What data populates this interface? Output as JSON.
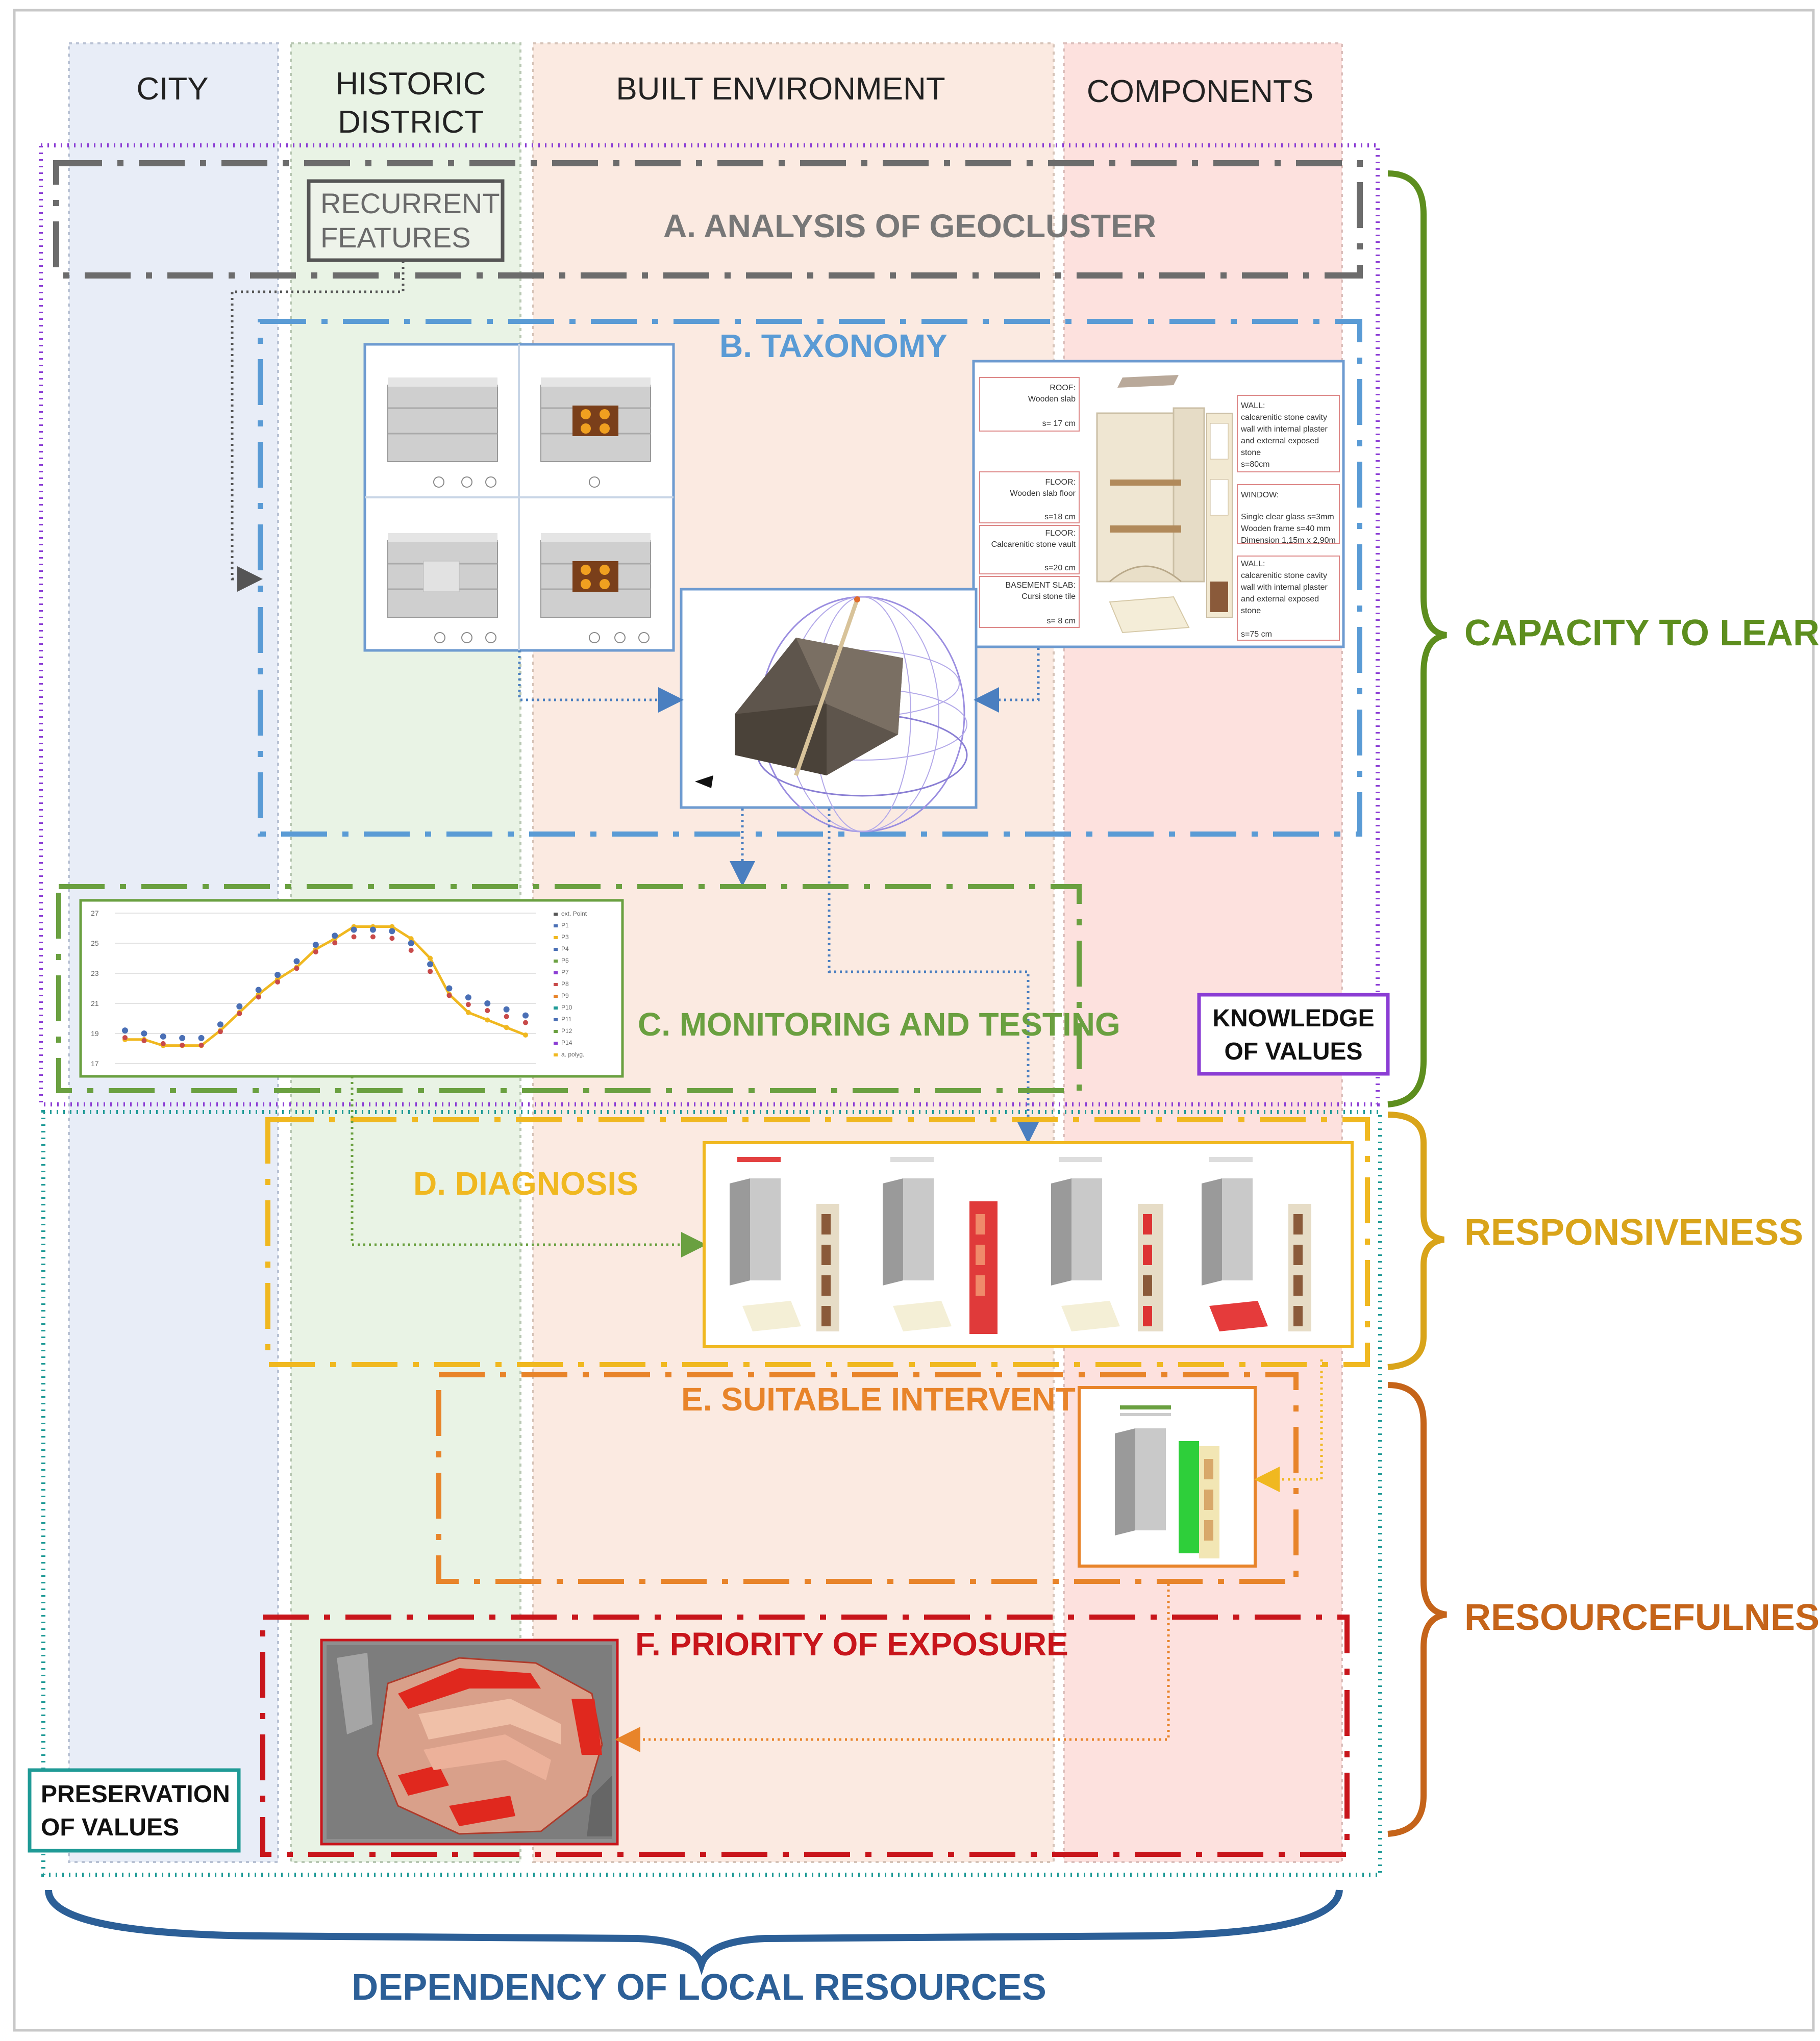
{
  "columns": {
    "city": "CITY",
    "historic_1": "HISTORIC",
    "historic_2": "DISTRICT",
    "built": "BUILT ENVIRONMENT",
    "components": "COMPONENTS"
  },
  "steps": {
    "a": "A.  ANALYSIS OF GEOCLUSTER",
    "b": "B. TAXONOMY",
    "c": "C. MONITORING AND TESTING",
    "d": "D. DIAGNOSIS",
    "e": "E. SUITABLE INTERVENTIONS",
    "f": "F. PRIORITY OF EXPOSURE"
  },
  "boxes": {
    "recurrent_1": "RECURRENT",
    "recurrent_2": "FEATURES",
    "knowledge_1": "KNOWLEDGE",
    "knowledge_2": "OF VALUES",
    "preservation_1": "PRESERVATION",
    "preservation_2": "OF VALUES"
  },
  "brackets": {
    "capacity": "CAPACITY TO LEARN",
    "responsiveness": "RESPONSIVENESS",
    "resourcefulness": "RESOURCEFULNESS",
    "dependency": "DEPENDENCY OF LOCAL RESOURCES"
  },
  "components_panel": {
    "roof_1": "ROOF:",
    "roof_2": "Wooden slab",
    "roof_3": "s= 17 cm",
    "floor_1": "FLOOR:",
    "floor_2": "Wooden slab floor",
    "floor_3": "s=18 cm",
    "floor2_1": "FLOOR:",
    "floor2_2": "Calcarenitic stone vault",
    "floor2_3": "s=20 cm",
    "basement_1": "BASEMENT SLAB:",
    "basement_2": "Cursi stone tile",
    "basement_3": "s= 8 cm",
    "wall_1": "WALL:",
    "wall_2": "calcarenitic stone cavity",
    "wall_3": "wall with internal plaster",
    "wall_4": "and external exposed",
    "wall_5": "stone",
    "wall_6": "s=80cm",
    "window_1": "WINDOW:",
    "window_2": "Single clear glass s=3mm",
    "window_3": "Wooden frame s=40 mm",
    "window_4": "Dimension 1,15m x 2,90m",
    "wall2_1": "WALL:",
    "wall2_2": "calcarenitic stone cavity",
    "wall2_3": "wall with internal plaster",
    "wall2_4": "and external exposed",
    "wall2_5": "stone",
    "wall2_6": "s=75 cm"
  },
  "chart_legend": [
    "ext. Point",
    "P1",
    "P3",
    "P4",
    "P5",
    "P7",
    "P8",
    "P9",
    "P10",
    "P11",
    "P12",
    "P14",
    "a. polyg."
  ],
  "chart_data": {
    "type": "line",
    "y_ticks": [
      "27",
      "25",
      "23",
      "21",
      "19",
      "17"
    ],
    "ylim": [
      17,
      27
    ],
    "series": [
      {
        "name": "a. polyg.",
        "values": [
          18.6,
          18.6,
          18.2,
          18.2,
          18.2,
          19.2,
          20.4,
          21.6,
          22.6,
          23.4,
          24.6,
          25.3,
          26.1,
          26.1,
          26.1,
          25.3,
          24.0,
          21.6,
          20.4,
          19.9,
          19.4,
          18.9
        ]
      },
      {
        "name": "P1",
        "values": [
          19.2,
          19.0,
          18.8,
          18.7,
          18.7,
          19.6,
          20.8,
          21.9,
          22.9,
          23.8,
          24.9,
          25.5,
          25.9,
          25.9,
          25.8,
          25.0,
          23.6,
          22.0,
          21.4,
          21.0,
          20.6,
          20.2
        ]
      }
    ]
  },
  "colors": {
    "purple": "#8b3dd4",
    "grey": "#6c6c6c",
    "blue": "#5a9bd5",
    "green": "#6aa040",
    "yellow": "#f0b820",
    "orange": "#e8842a",
    "red": "#c8151b",
    "teal": "#1f9a96",
    "navy": "#2c5f97"
  }
}
